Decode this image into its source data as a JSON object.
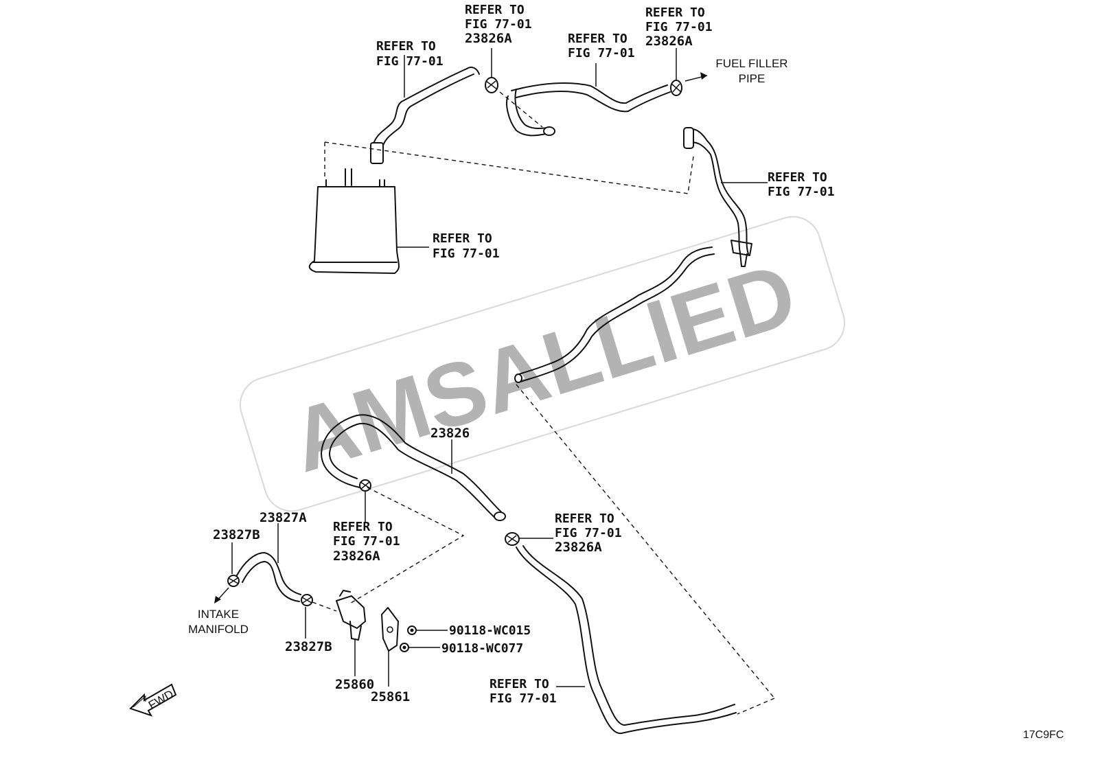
{
  "watermark": "AMSALLIED",
  "drawing_code": "17C9FC",
  "fwd_label": "FWD",
  "callouts": {
    "top_left_ref": [
      "REFER TO",
      "FIG 77-01"
    ],
    "top_mid_ref": [
      "REFER TO",
      "FIG 77-01",
      "23826A"
    ],
    "top_hose_ref": [
      "REFER TO",
      "FIG 77-01"
    ],
    "top_right_ref": [
      "REFER TO",
      "FIG 77-01",
      "23826A"
    ],
    "fuel_filler": [
      "FUEL FILLER",
      "PIPE"
    ],
    "right_pipe_ref": [
      "REFER TO",
      "FIG 77-01"
    ],
    "canister_ref": [
      "REFER TO",
      "FIG 77-01"
    ],
    "hose_23826": "23826",
    "lower_left_ref": [
      "REFER TO",
      "FIG 77-01",
      "23826A"
    ],
    "lower_right_ref": [
      "REFER TO",
      "FIG 77-01",
      "23826A"
    ],
    "p23827A": "23827A",
    "p23827B_top": "23827B",
    "p23827B_bottom": "23827B",
    "intake": [
      "INTAKE",
      "MANIFOLD"
    ],
    "bolt1": "90118-WC015",
    "bolt2": "90118-WC077",
    "p25860": "25860",
    "p25861": "25861",
    "bottom_ref": [
      "REFER TO",
      "FIG 77-01"
    ]
  }
}
